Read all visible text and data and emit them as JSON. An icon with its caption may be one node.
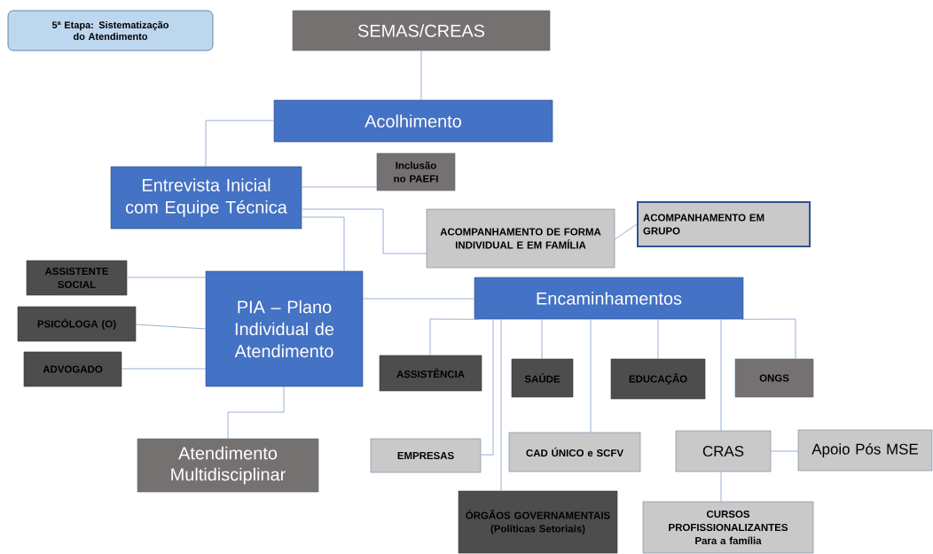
{
  "diagram": {
    "nodes": [
      {
        "text": [
          "5ª Etapa: Sistematização do Atendimento"
        ]
      },
      {
        "text": [
          "SEMAS/CREAS"
        ]
      },
      {
        "text": [
          "Acolhimento"
        ]
      },
      {
        "text": [
          "Entrevista Inicial com Equipe Técnica"
        ]
      },
      {
        "text": [
          "Inclusão no PAEFI"
        ]
      },
      {
        "text": [
          "ACOMPANHAMENTO DE FORMA INDIVIDUAL E EM FAMÍLIA"
        ]
      },
      {
        "text": [
          "ACOMPANHAMENTO EM GRUPO"
        ]
      },
      {
        "text": [
          "ASSISTENTE SOCIAL"
        ]
      },
      {
        "text": [
          "PSICÓLOGA (O)"
        ]
      },
      {
        "text": [
          "ADVOGADO"
        ]
      },
      {
        "text": [
          "PIA – Plano Individual de Atendimento"
        ]
      },
      {
        "text": [
          "Atendimento Multidisciplinar"
        ]
      },
      {
        "text": [
          "Encaminhamentos"
        ]
      },
      {
        "text": [
          "ASSISTÊNCIA"
        ]
      },
      {
        "text": [
          "SAÚDE"
        ]
      },
      {
        "text": [
          "EDUCAÇÃO"
        ]
      },
      {
        "text": [
          "ONGS"
        ]
      },
      {
        "text": [
          "EMPRESAS"
        ]
      },
      {
        "text": [
          "CAD ÚNICO e SCFV"
        ]
      },
      {
        "text": [
          "CRAS"
        ]
      },
      {
        "text": [
          "Apoio Pós MSE"
        ]
      },
      {
        "text": [
          "ÓRGÃOS GOVERNAMENTAIS (Políticas Setoriais)"
        ]
      },
      {
        "text": [
          "CURSOS PROFISSIONALIZANTES Para a família"
        ]
      }
    ],
    "edges": [
      {
        "from": 1,
        "to": 2,
        "arrow": "none"
      },
      {
        "from": 2,
        "to": 3,
        "arrow": "none"
      },
      {
        "from": 3,
        "to": 4,
        "arrow": "none"
      },
      {
        "from": 3,
        "to": 5,
        "arrow": "none"
      },
      {
        "from": 3,
        "to": 10,
        "arrow": "none"
      },
      {
        "from": 5,
        "to": 6,
        "arrow": "none"
      },
      {
        "from": 7,
        "to": 10,
        "arrow": "none"
      },
      {
        "from": 8,
        "to": 10,
        "arrow": "none"
      },
      {
        "from": 9,
        "to": 10,
        "arrow": "none"
      },
      {
        "from": 10,
        "to": 11,
        "arrow": "none"
      },
      {
        "from": 10,
        "to": 12,
        "arrow": "none"
      },
      {
        "from": 12,
        "to": 13,
        "arrow": "none"
      },
      {
        "from": 12,
        "to": 17,
        "arrow": "none"
      },
      {
        "from": 12,
        "to": 21,
        "arrow": "none"
      },
      {
        "from": 12,
        "to": 14,
        "arrow": "none"
      },
      {
        "from": 12,
        "to": 18,
        "arrow": "none"
      },
      {
        "from": 12,
        "to": 15,
        "arrow": "none"
      },
      {
        "from": 12,
        "to": 19,
        "arrow": "none"
      },
      {
        "from": 12,
        "to": 16,
        "arrow": "none"
      },
      {
        "from": 19,
        "to": 20,
        "arrow": "none"
      },
      {
        "from": 19,
        "to": 22,
        "arrow": "none"
      }
    ]
  }
}
